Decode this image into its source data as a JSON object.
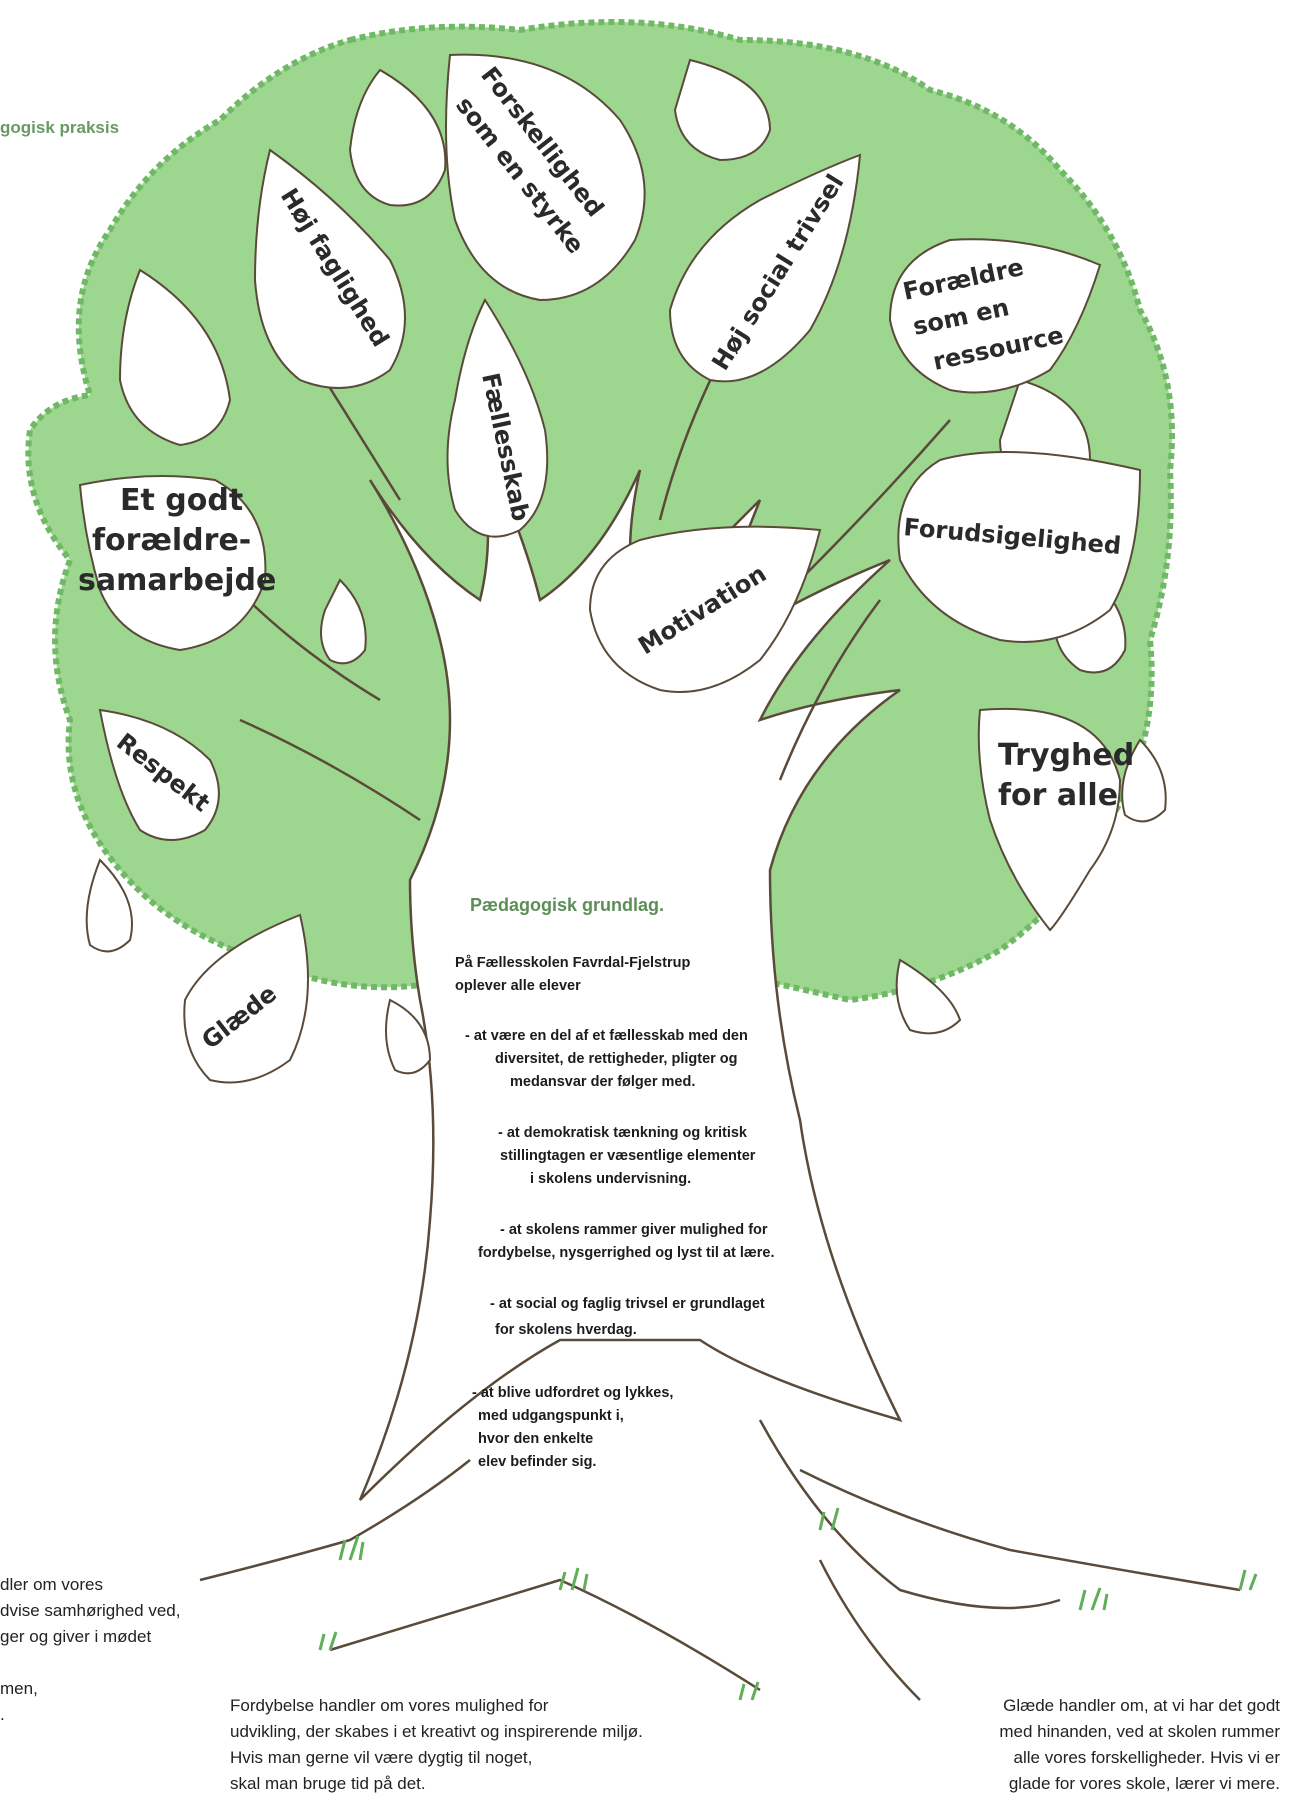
{
  "left_heading": "gogisk praksis",
  "leaves": {
    "forskellighed": [
      "Forskellighed",
      "som en styrke"
    ],
    "hoj_faglighed": "Høj faglighed",
    "hoj_social": "Høj social trivsel",
    "foraeldre_ressource": [
      "Forældre",
      "som en",
      "ressource"
    ],
    "faellesskab": "Fællesskab",
    "foraeldresamarbejde": [
      "Et godt",
      "forældre-",
      "samarbejde"
    ],
    "motivation": "Motivation",
    "forudsigelighed": "Forudsigelighed",
    "tryghed": [
      "Tryghed",
      "for alle"
    ],
    "respekt": "Respekt",
    "glaede": "Glæde"
  },
  "center": {
    "title": "Pædagogisk grundlag.",
    "intro": [
      "På Fællesskolen Favrdal-Fjelstrup",
      "oplever alle elever"
    ],
    "bullets": [
      [
        "- at være en del af et fællesskab med den",
        "diversitet, de rettigheder, pligter og",
        "medansvar der følger med."
      ],
      [
        "- at demokratisk tænkning og kritisk",
        "stillingtagen er væsentlige elementer",
        "i skolens undervisning."
      ],
      [
        "- at skolens rammer giver mulighed for",
        "fordybelse,  nysgerrighed og lyst til at lære."
      ],
      [
        "- at social og faglig trivsel er grundlaget",
        "for skolens hverdag."
      ],
      [
        "- at blive udfordret og lykkes,",
        "med  udgangspunkt i,",
        "hvor den enkelte",
        "elev befinder sig."
      ]
    ]
  },
  "captions": {
    "left_partial": [
      "dler om vores",
      "dvise samhørighed ved,",
      "ger og giver i mødet",
      "",
      "men,",
      "."
    ],
    "middle": [
      "Fordybelse handler om vores mulighed for",
      "udvikling, der skabes i et kreativt og inspirerende miljø.",
      "Hvis man gerne vil være dygtig til noget,",
      "skal man bruge tid på det."
    ],
    "right": [
      "Glæde handler om, at vi har det godt",
      "med hinanden, ved at skolen rummer",
      "alle vores forskelligheder. Hvis vi er",
      "glade for vores skole, lærer vi mere."
    ]
  },
  "colors": {
    "canopy": "#9dd68f",
    "canopy_edge": "#6fb966",
    "leaf": "#ffffff",
    "trunk_line": "#5a4a3a",
    "heading_green": "#5d8e58"
  }
}
